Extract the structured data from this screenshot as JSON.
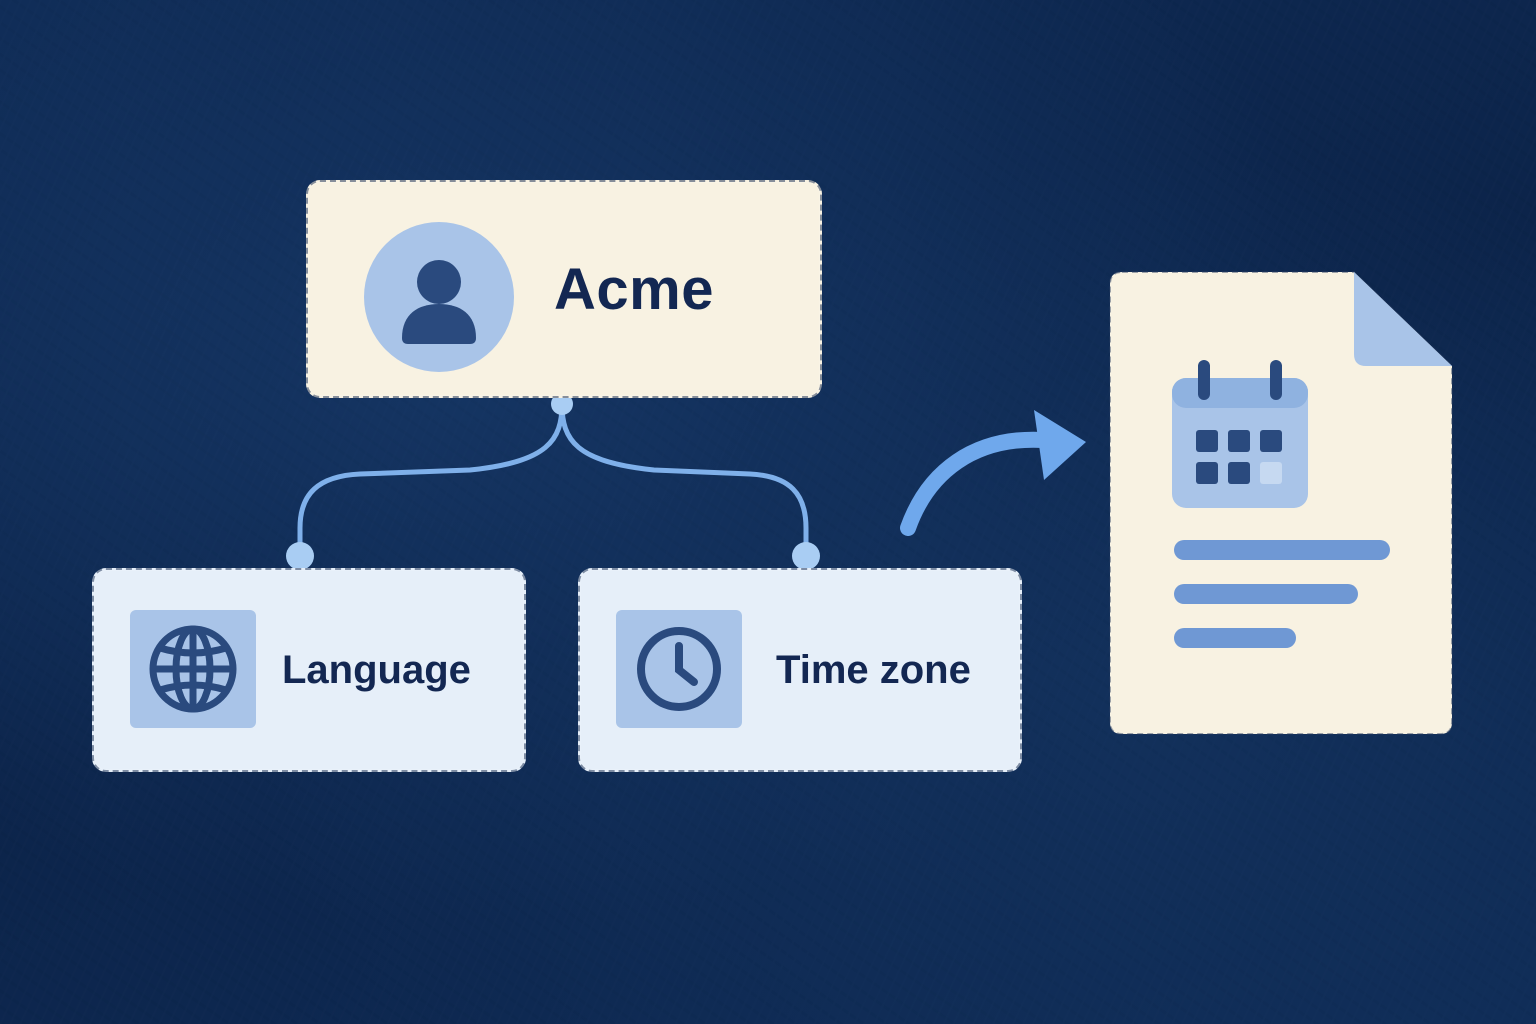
{
  "diagram": {
    "root": {
      "label": "Acme",
      "icon": "user-icon"
    },
    "children": [
      {
        "label": "Language",
        "icon": "globe-icon"
      },
      {
        "label": "Time zone",
        "icon": "clock-icon"
      }
    ],
    "output": {
      "icon": "calendar-document-icon"
    },
    "colors": {
      "background": "#0f2a52",
      "root_card": "#f8f2e2",
      "child_card": "#e6eff9",
      "accent": "#a9c4e8",
      "connector": "#7fb0ea",
      "text": "#132752",
      "icon_dark": "#2a4a7e"
    }
  }
}
